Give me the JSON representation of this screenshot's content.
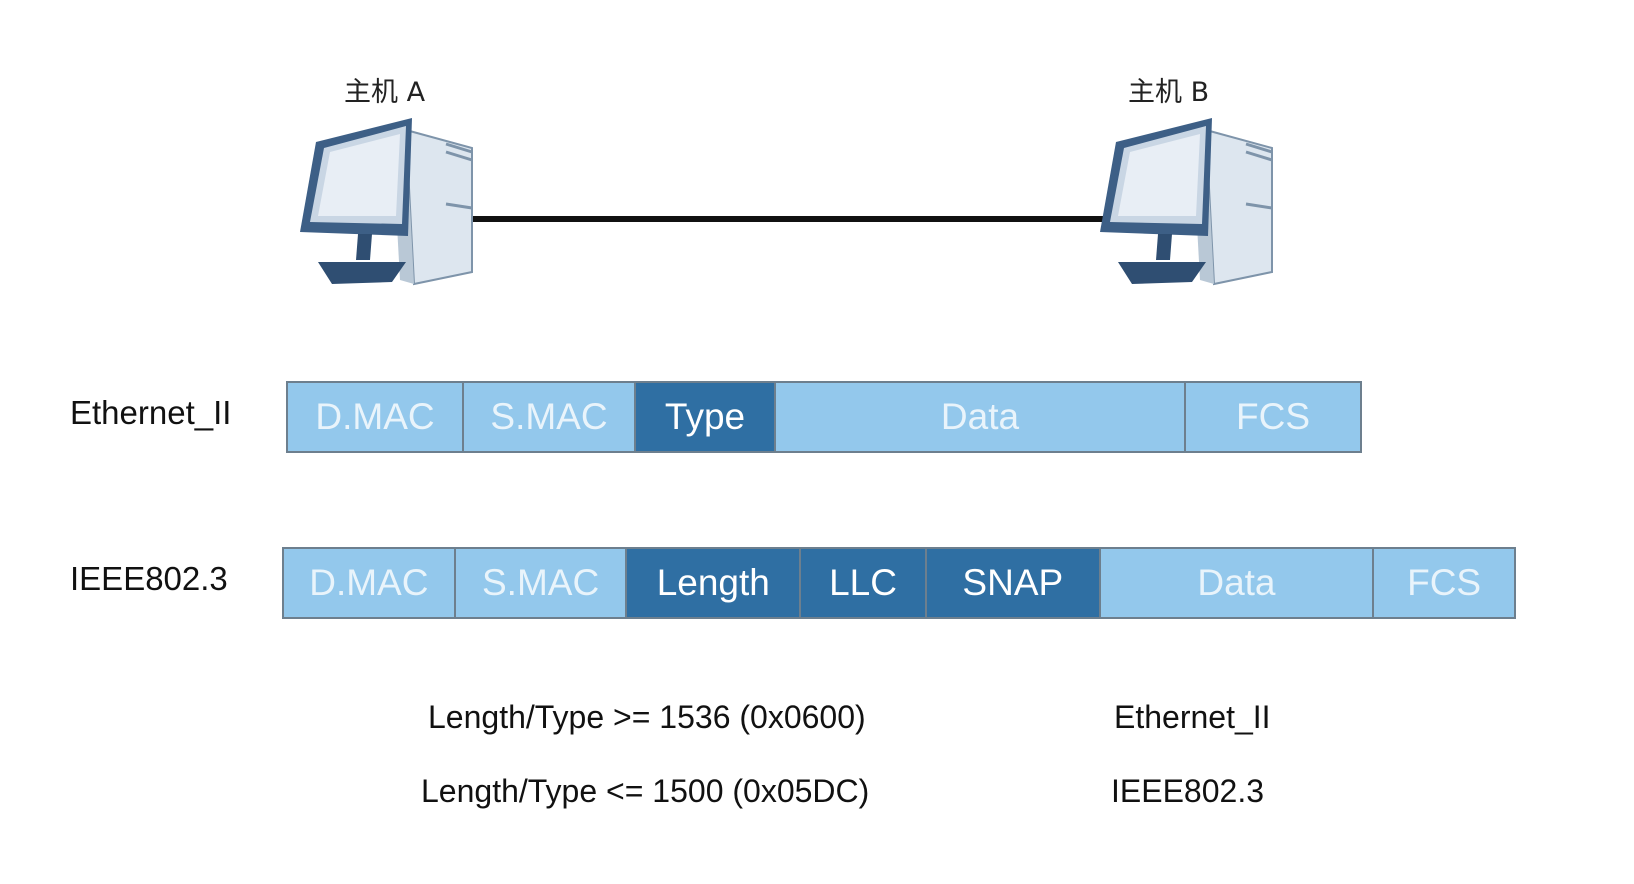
{
  "hosts": {
    "a": {
      "label": "主机 A",
      "icon": "desktop-computer-icon"
    },
    "b": {
      "label": "主机  B",
      "icon": "desktop-computer-icon"
    }
  },
  "frames": {
    "ethernet2": {
      "label": "Ethernet_II",
      "fields": [
        {
          "label": "D.MAC",
          "style": "light"
        },
        {
          "label": "S.MAC",
          "style": "light"
        },
        {
          "label": "Type",
          "style": "dark"
        },
        {
          "label": "Data",
          "style": "light"
        },
        {
          "label": "FCS",
          "style": "light"
        }
      ]
    },
    "ieee8023": {
      "label": "IEEE802.3",
      "fields": [
        {
          "label": "D.MAC",
          "style": "light"
        },
        {
          "label": "S.MAC",
          "style": "light"
        },
        {
          "label": "Length",
          "style": "dark"
        },
        {
          "label": "LLC",
          "style": "dark"
        },
        {
          "label": "SNAP",
          "style": "dark"
        },
        {
          "label": "Data",
          "style": "light"
        },
        {
          "label": "FCS",
          "style": "light"
        }
      ]
    }
  },
  "rules": [
    {
      "condition": "Length/Type >= 1536 (0x0600)",
      "result": "Ethernet_II"
    },
    {
      "condition": "Length/Type <= 1500 (0x05DC)",
      "result": "IEEE802.3"
    }
  ],
  "colors": {
    "field_light": "#93c8ec",
    "field_dark": "#2f6fa3",
    "field_light_text": "#e9f4fb",
    "field_dark_text": "#ffffff"
  }
}
